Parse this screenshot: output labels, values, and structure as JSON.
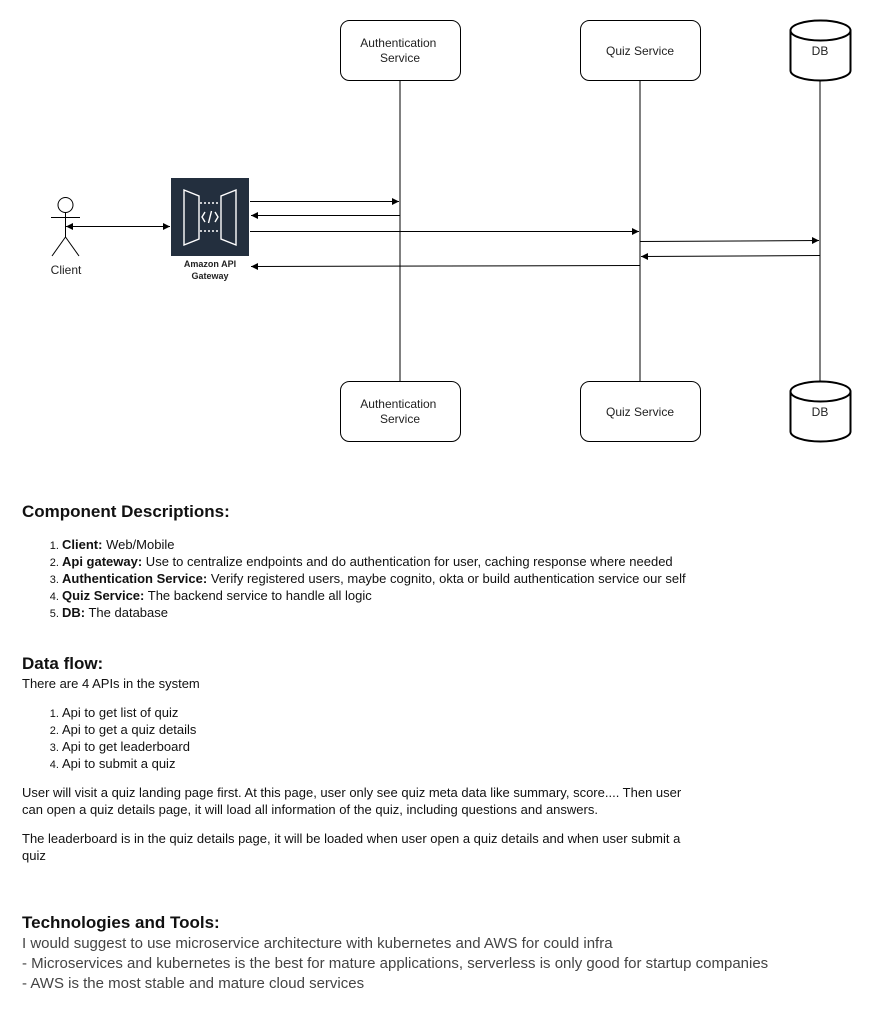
{
  "diagram": {
    "participants": {
      "auth_top": "Authentication Service",
      "quiz_top": "Quiz Service",
      "db_top": "DB",
      "auth_bottom": "Authentication Service",
      "quiz_bottom": "Quiz Service",
      "db_bottom": "DB"
    },
    "actor_label": "Client",
    "gateway_label_line1": "Amazon API",
    "gateway_label_line2": "Gateway",
    "colors": {
      "gateway_bg": "#232f3e",
      "line": "#000000"
    }
  },
  "components": {
    "heading": "Component Descriptions:",
    "items": [
      {
        "term": "Client:",
        "desc": " Web/Mobile"
      },
      {
        "term": "Api gateway:",
        "desc": " Use to centralize endpoints and do authentication for user, caching response where needed"
      },
      {
        "term": "Authentication Service:",
        "desc": " Verify registered users, maybe cognito, okta or build authentication service our self"
      },
      {
        "term": "Quiz Service:",
        "desc": " The backend service to handle all logic"
      },
      {
        "term": "DB:",
        "desc": " The database"
      }
    ]
  },
  "dataflow": {
    "heading": "Data flow:",
    "intro": "There are 4 APIs in the system",
    "apis": [
      "Api to get list of quiz",
      "Api to get a quiz details",
      "Api to get leaderboard",
      "Api to submit a quiz"
    ],
    "para1": "User will visit a quiz landing page first. At this page, user only see quiz meta data like summary, score.... Then user can open a quiz details page, it will load all information of the quiz, including questions and answers.",
    "para2": "The leaderboard is in the quiz details page, it will be loaded when user open a quiz details and when user submit a quiz"
  },
  "tech": {
    "heading": "Technologies and Tools:",
    "lines": [
      "I would suggest to use microservice architecture with kubernetes and AWS for could infra",
      "- Microservices and kubernetes is the best for mature applications, serverless is only good for startup companies",
      "- AWS is the most stable and mature cloud services"
    ]
  }
}
